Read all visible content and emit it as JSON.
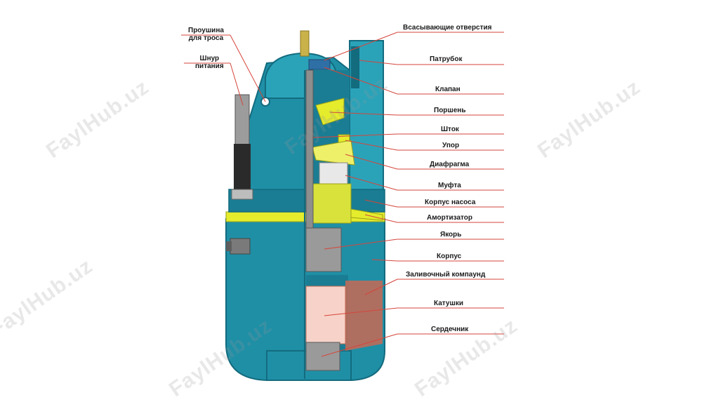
{
  "colors": {
    "teal": "#1f8fa6",
    "teal_dark": "#136b7e",
    "yellow": "#e4ec2c",
    "coil": "#f7d2c8",
    "coil_dark": "#c86a55",
    "leader": "#d6453b",
    "metal": "#8e8e8e"
  },
  "watermark": "FaylHub.uz",
  "labels_left": [
    {
      "id": "proushina",
      "text": "Проушина\nдля троса"
    },
    {
      "id": "shnur",
      "text": "Шнур\nпитания"
    }
  ],
  "labels_right": [
    {
      "id": "vsas",
      "text": "Всасывающие отверстия"
    },
    {
      "id": "patrubok",
      "text": "Патрубок"
    },
    {
      "id": "klapan",
      "text": "Клапан"
    },
    {
      "id": "porshen",
      "text": "Поршень"
    },
    {
      "id": "shtok",
      "text": "Шток"
    },
    {
      "id": "upor",
      "text": "Упор"
    },
    {
      "id": "diafragma",
      "text": "Диафрагма"
    },
    {
      "id": "mufta",
      "text": "Муфта"
    },
    {
      "id": "korpus_nasosa",
      "text": "Корпус насоса"
    },
    {
      "id": "amortizator",
      "text": "Амортизатор"
    },
    {
      "id": "yakor",
      "text": "Якорь"
    },
    {
      "id": "korpus",
      "text": "Корпус"
    },
    {
      "id": "zalivochny",
      "text": "Заливочный компаунд"
    },
    {
      "id": "katushki",
      "text": "Катушки"
    },
    {
      "id": "serdechnik",
      "text": "Сердечник"
    }
  ]
}
